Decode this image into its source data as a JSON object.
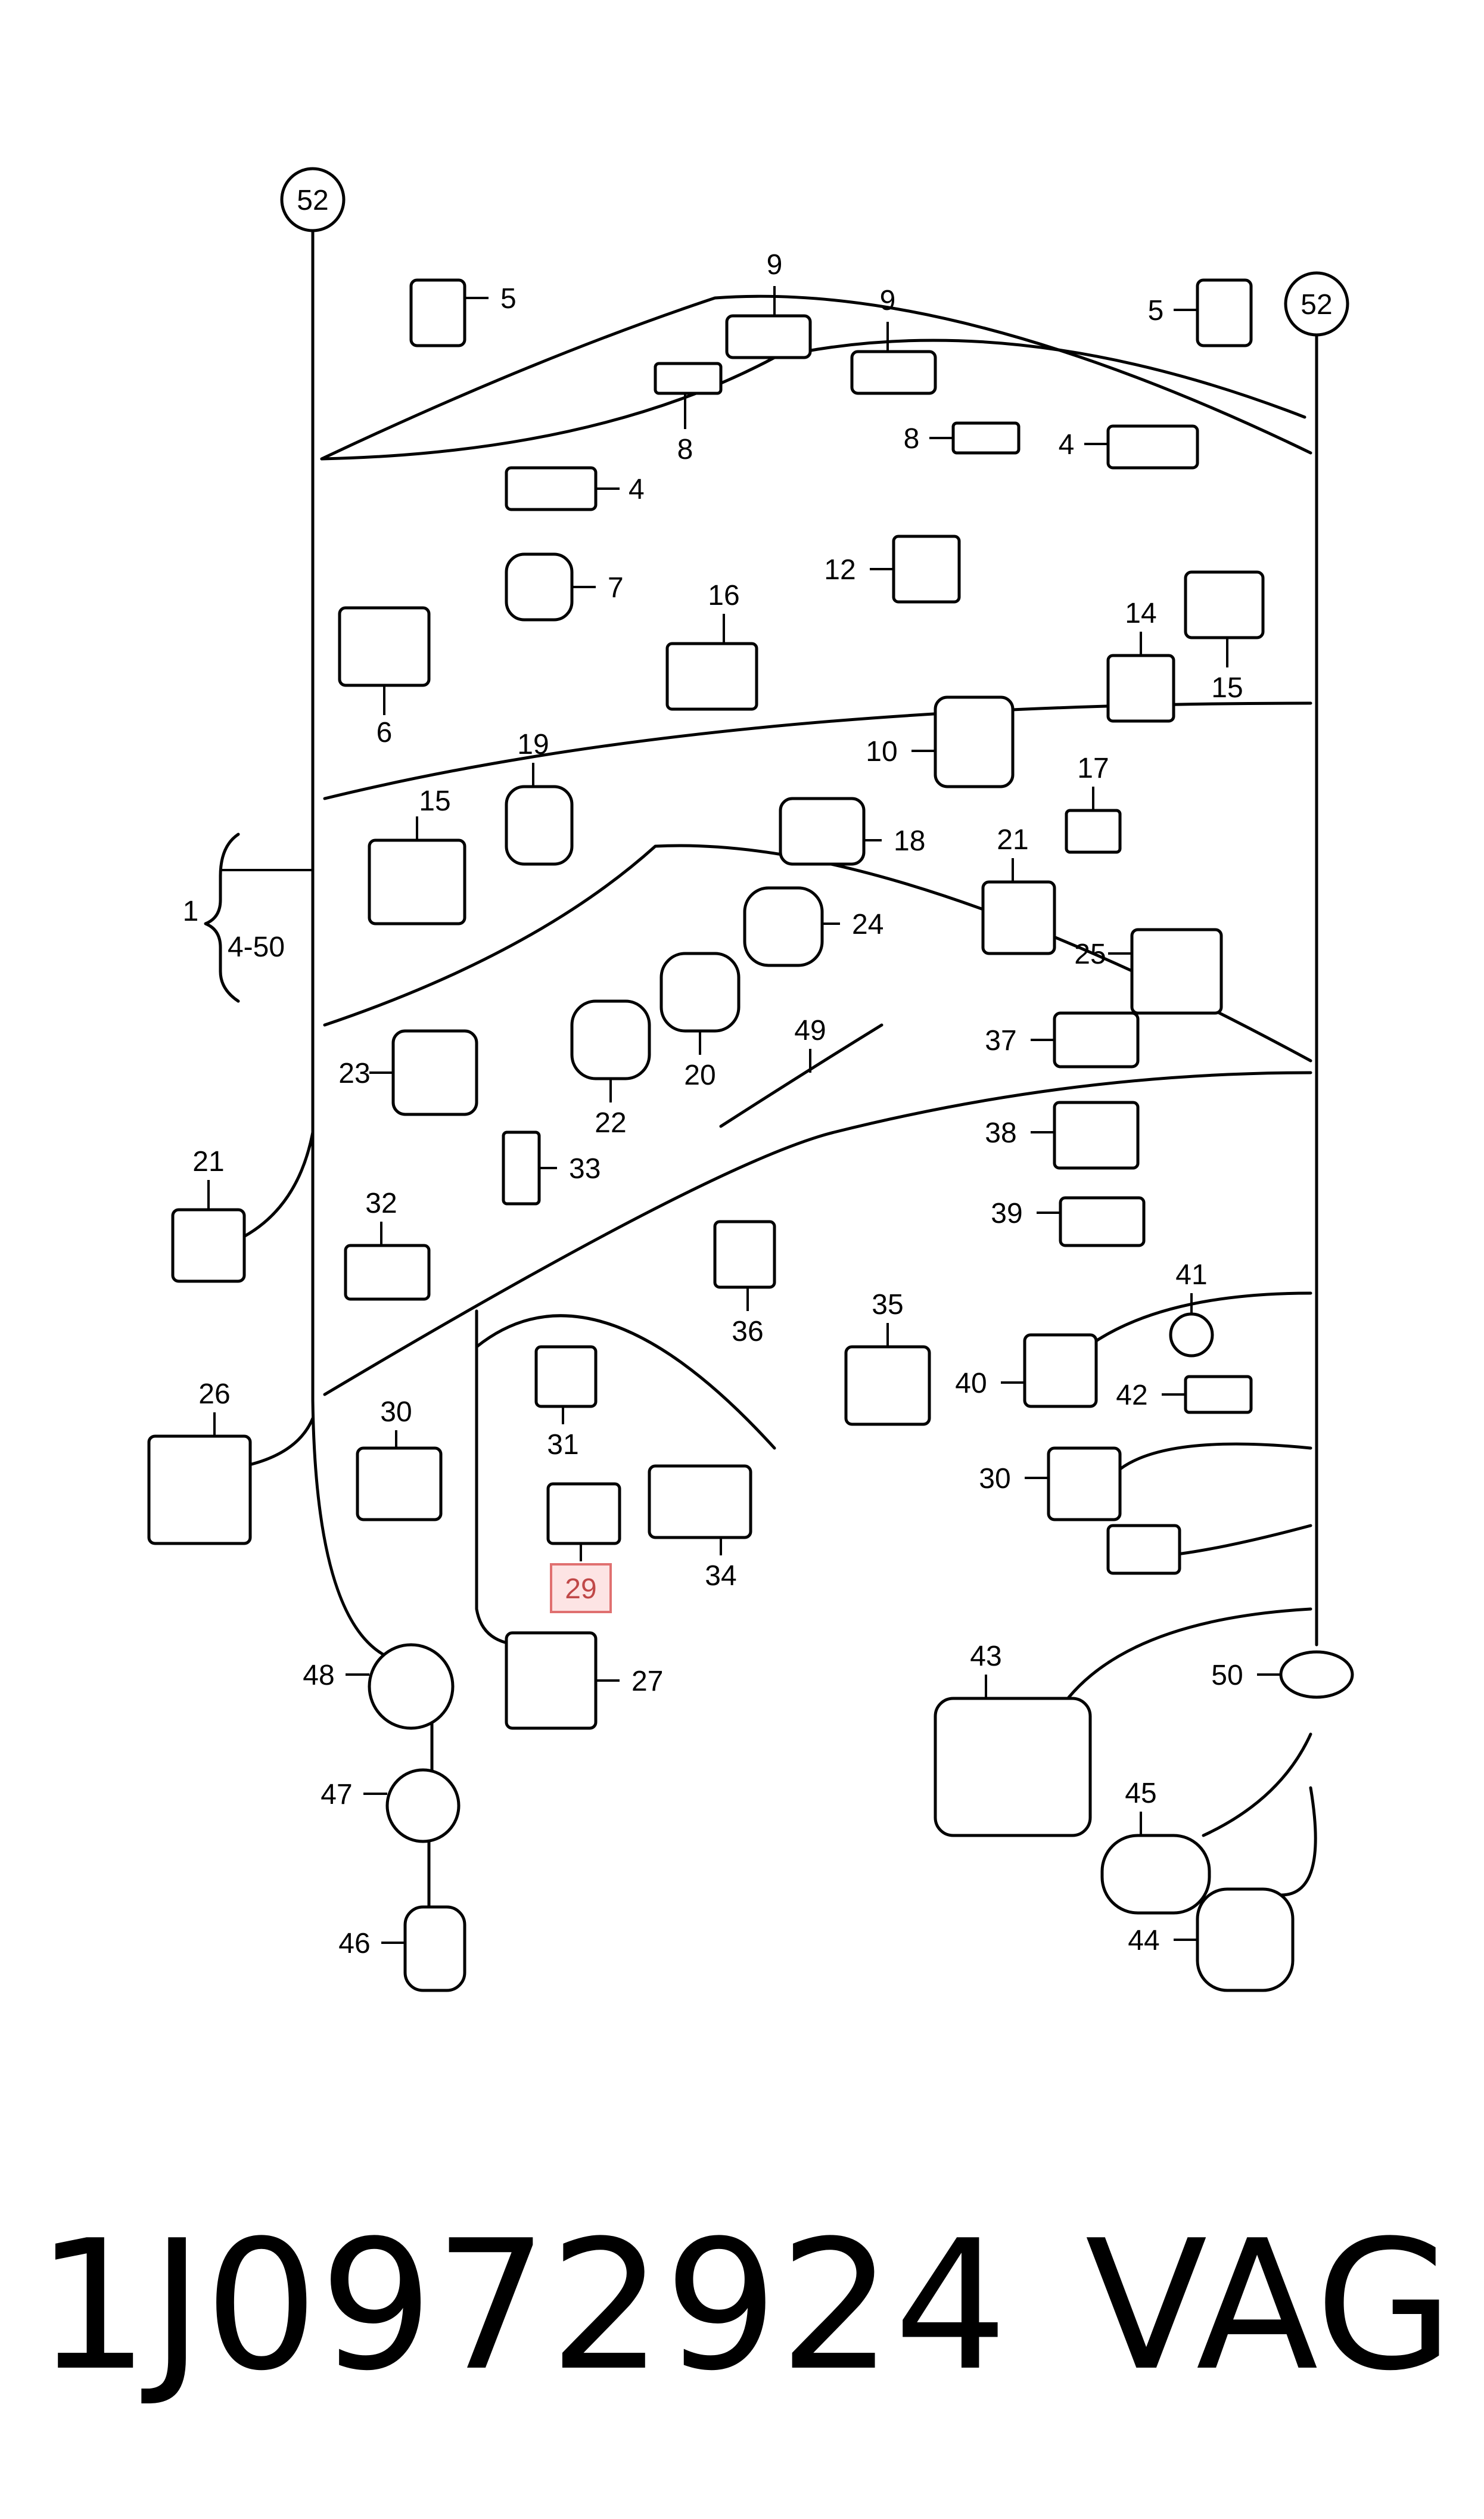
{
  "diagram": {
    "reference_circles": [
      "52",
      "52"
    ],
    "callouts": [
      "1",
      "4-50",
      "4",
      "4",
      "5",
      "5",
      "6",
      "7",
      "8",
      "8",
      "9",
      "9",
      "10",
      "12",
      "14",
      "15",
      "15",
      "16",
      "17",
      "18",
      "19",
      "20",
      "21",
      "21",
      "22",
      "23",
      "24",
      "25",
      "26",
      "27",
      "29",
      "30",
      "30",
      "31",
      "32",
      "33",
      "34",
      "35",
      "36",
      "37",
      "38",
      "39",
      "40",
      "41",
      "42",
      "43",
      "44",
      "45",
      "46",
      "47",
      "48",
      "49",
      "50"
    ],
    "highlighted_callout": "29",
    "highlight_color": "#fde4e4"
  },
  "footer": {
    "part_number": "1J0972924",
    "brand": "VAG"
  }
}
